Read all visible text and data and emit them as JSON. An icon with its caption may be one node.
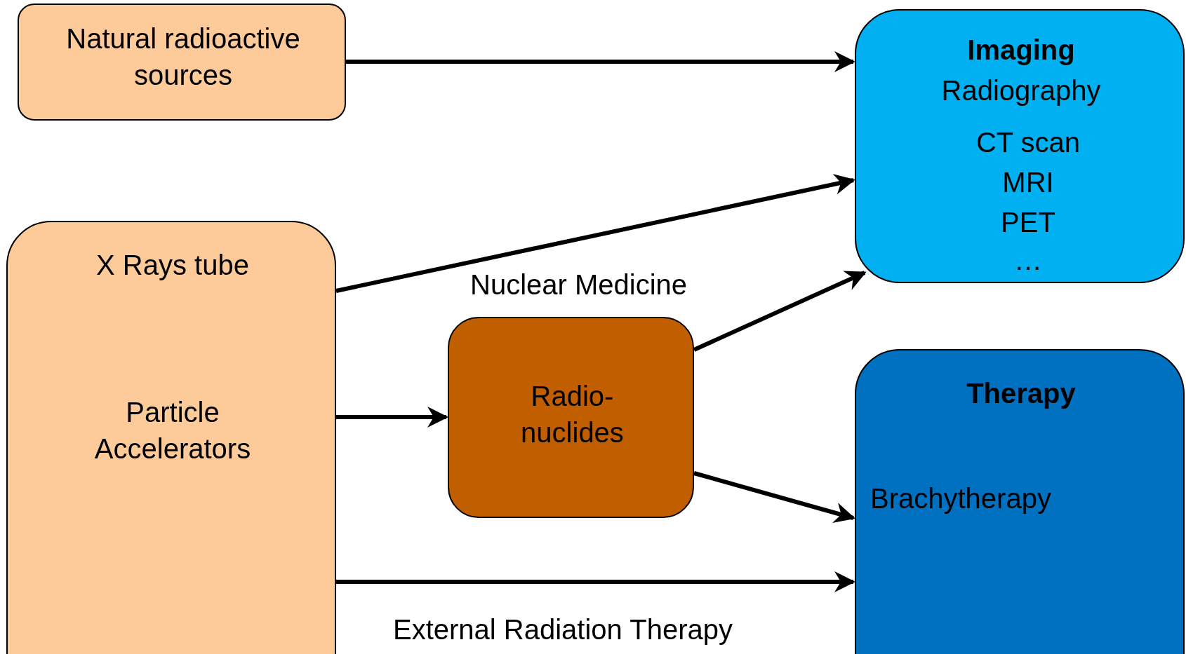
{
  "diagram": {
    "nodes": [
      {
        "text": [
          "Natural radioactive sources"
        ]
      },
      {
        "text": [
          "X Rays tube",
          "Particle Accelerators"
        ]
      },
      {
        "text": [
          "Radio- nuclides"
        ],
        "beside": [
          "Nuclear Medicine"
        ]
      },
      {
        "text": [
          "Imaging",
          "Radiography",
          "CT scan",
          "MRI",
          "PET",
          "…"
        ]
      },
      {
        "text": [
          "Therapy",
          "Brachytherapy"
        ]
      }
    ],
    "edges": [
      {
        "from": 0,
        "to": 3,
        "arrow": "to"
      },
      {
        "from": 1,
        "to": 3,
        "arrow": "to"
      },
      {
        "from": 1,
        "to": 2,
        "arrow": "to"
      },
      {
        "from": 2,
        "to": 3,
        "arrow": "to"
      },
      {
        "from": 2,
        "to": 4,
        "arrow": "to"
      },
      {
        "from": 1,
        "to": 4,
        "arrow": "to",
        "label": "External Radiation Therapy"
      }
    ]
  }
}
